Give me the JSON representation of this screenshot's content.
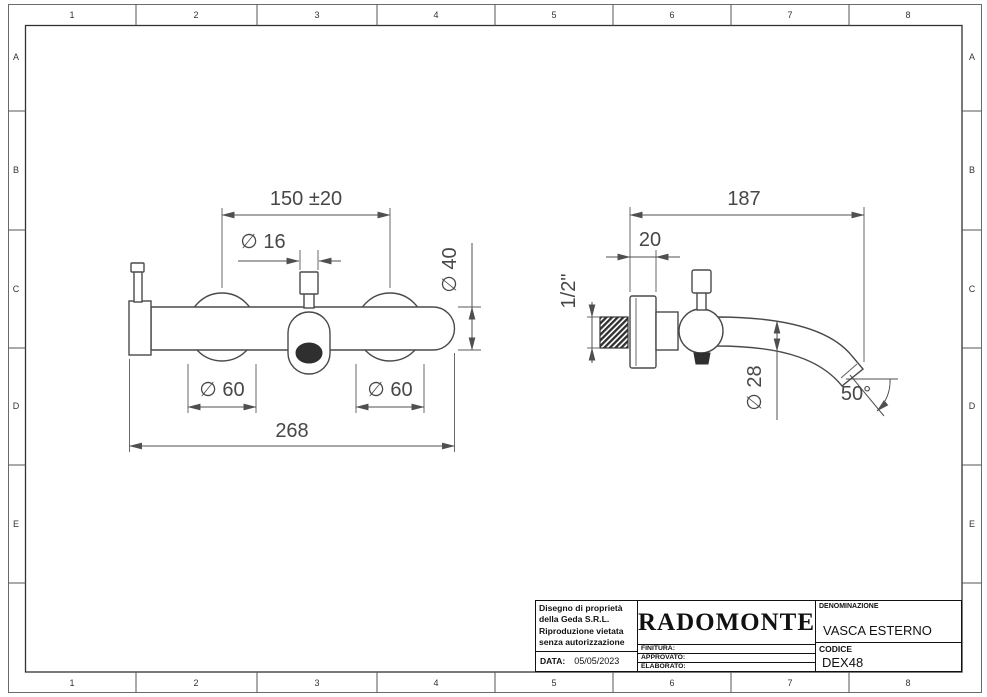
{
  "sheet": {
    "columns": [
      "1",
      "2",
      "3",
      "4",
      "5",
      "6",
      "7",
      "8"
    ],
    "rows": [
      "A",
      "B",
      "C",
      "D",
      "E"
    ]
  },
  "front_view": {
    "dim_span": "150 ±20",
    "dim_knob": "∅ 16",
    "dim_body": "∅ 40",
    "dim_rosette": "∅ 60",
    "dim_total": "268"
  },
  "side_view": {
    "dim_depth": "187",
    "dim_flange": "20",
    "dim_thread": "1/2\"",
    "dim_spout": "∅ 28",
    "dim_angle": "50°"
  },
  "title_block": {
    "notice_lines": [
      "Disegno di proprietà",
      "della Geda S.R.L.",
      "Riproduzione vietata",
      "senza autorizzazione"
    ],
    "date_label": "DATA:",
    "date_value": "05/05/2023",
    "logo": "RADOMONTE",
    "finish_label": "FINITURA:",
    "approved_label": "APPROVATO:",
    "drawn_label": "ELABORATO:",
    "denomination_label": "DENOMINAZIONE",
    "denomination_value": "VASCA ESTERNO",
    "code_label": "CODICE",
    "code_value": "DEX48"
  },
  "colors": {
    "paper": "#ffffff",
    "line": "#4a4a4a",
    "dimension": "#4f4f4f",
    "dark_fill": "#2f2f2f"
  }
}
